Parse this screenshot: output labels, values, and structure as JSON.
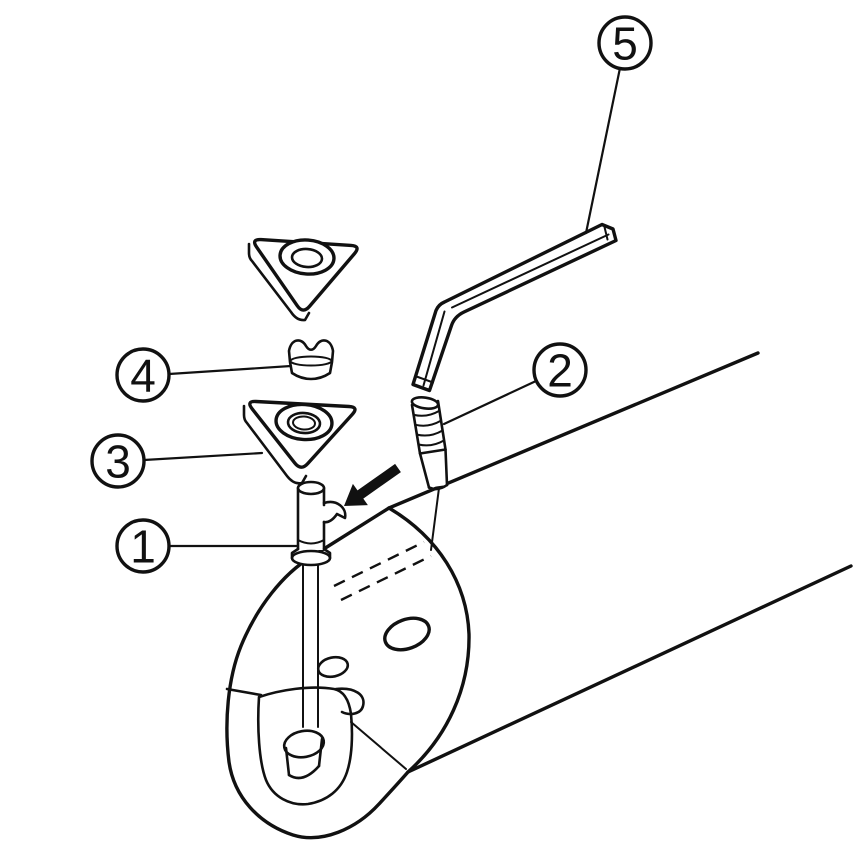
{
  "diagram": {
    "kind": "exploded-assembly-technical-illustration",
    "colors": {
      "background": "#ffffff",
      "line": "#111111"
    },
    "callouts": [
      {
        "number": "1",
        "target": "lock-pin"
      },
      {
        "number": "2",
        "target": "clamp-screw"
      },
      {
        "number": "3",
        "target": "insert"
      },
      {
        "number": "4",
        "target": "clamp"
      },
      {
        "number": "5",
        "target": "hex-key"
      }
    ]
  }
}
